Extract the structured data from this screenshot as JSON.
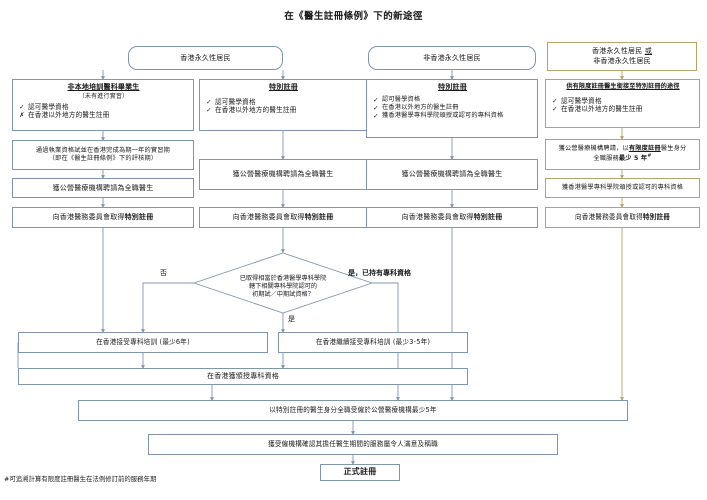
{
  "title": "在《醫生註冊條例》下的新途徑",
  "footnote": "#可追溯計算有限度註冊醫生在法例修訂前的服務年期",
  "colors": {
    "blue_border": "#8096b0",
    "olive_border": "#b4a36a",
    "background": "#ffffff",
    "text": "#1a1a1a"
  },
  "columns": [
    {
      "id": "col1",
      "accent": "blue",
      "header": "香港永久性居民",
      "criteria": {
        "heading": "非本地培訓醫科畢業生",
        "subheading": "（未有進行實習）",
        "items": [
          {
            "mark": "check",
            "label": "認可醫學資格"
          },
          {
            "mark": "cross",
            "label": "在香港以外地方的醫生註冊"
          }
        ]
      },
      "steps": [
        "通過執業資格試並在香港完成為期一年的實習期\n（即在《醫生註冊條例》下的評核期）",
        "獲公營醫療機構聘請為全職醫生",
        "向香港醫務委員會取得特別註冊"
      ]
    },
    {
      "id": "col2",
      "accent": "blue",
      "header": "香港永久性居民",
      "criteria": {
        "heading": "特別註冊",
        "subheading": "",
        "items": [
          {
            "mark": "check",
            "label": "認可醫學資格"
          },
          {
            "mark": "check",
            "label": "在香港以外地方的醫生註冊"
          }
        ]
      },
      "steps": [
        "獲公營醫療機構聘請為全職醫生",
        "向香港醫務委員會取得特別註冊"
      ]
    },
    {
      "id": "col3",
      "accent": "blue",
      "header": "非香港永久性居民",
      "criteria": {
        "heading": "特別註冊",
        "subheading": "",
        "items": [
          {
            "mark": "check",
            "label": "認可醫學資格"
          },
          {
            "mark": "check",
            "label": "在香港以外地方的醫生註冊"
          },
          {
            "mark": "check",
            "label": "獲香港醫學專科學院頒授或認可的專科資格"
          }
        ]
      },
      "steps": [
        "獲公營醫療機構聘請為全職醫生",
        "向香港醫務委員會取得特別註冊"
      ]
    },
    {
      "id": "col4",
      "accent": "olive",
      "header": "香港永久性居民 或\n非香港永久性居民",
      "criteria": {
        "heading": "供有限度註冊醫生銜接至特別註冊的途徑",
        "subheading": "",
        "items": [
          {
            "mark": "none",
            "label": "認可醫學資格"
          },
          {
            "mark": "none",
            "label": "在香港以外地方的醫生註冊"
          }
        ]
      },
      "steps": [
        "獲公營醫療機構聘請，以有限度註冊醫生身分\n全職服務最少 5 年#",
        "獲香港醫學專科學院頒授或認可的專科資格",
        "向香港醫務委員會取得特別註冊"
      ]
    }
  ],
  "decision": {
    "text": "已取得相當於香港醫學專科學院\n轄下相關專科學院認可的\n初期試／中期試資格？",
    "label_no": "否",
    "label_yes_down": "是",
    "label_yes_right": "是，已持有專科資格"
  },
  "training": {
    "left_box": "在香港接受專科培訓 (最少6年)",
    "right_box": "在香港繼續接受專科培訓 (最少3-5年)",
    "qualify_box": "在香港獲頒授專科資格"
  },
  "tail": {
    "service": "以特別註冊的醫生身分全職受僱於公營醫療機構最少5年",
    "confirm": "獲受僱機構確認其擔任醫生期間的服務屬令人滿意及稱職",
    "final": "正式註冊"
  }
}
